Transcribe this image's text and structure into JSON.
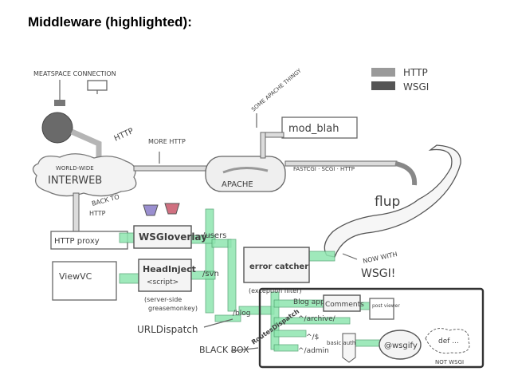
{
  "title": "Middleware (highlighted):",
  "legend": {
    "http": "HTTP",
    "wsgi": "WSGI"
  },
  "labels": {
    "meatspace": "MEATSPACE CONNECTION",
    "http_user": "HTTP",
    "more_http": "MORE HTTP",
    "world_wide": "WORLD-WIDE",
    "interweb": "INTERWEB",
    "apache": "APACHE",
    "some_apache": "SOME APACHE THINGY",
    "mod_blah": "mod_blah",
    "fastcgi": "FASTCGI · SCGI · HTTP",
    "flup": "flup",
    "now_with": "NOW WITH",
    "wsgi_excl": "WSGI!",
    "back_to": "BACK TO",
    "back_http": "HTTP",
    "http_proxy": "HTTP proxy",
    "wsgioverlay": "WSGIoverlay",
    "users": "/users",
    "viewvc": "ViewVC",
    "headinject": "HeadInject",
    "script": "<script>",
    "svn": "/svn",
    "server_side": "(server-side",
    "greasemonkey": "greasemonkey)",
    "error_catcher": "error catcher",
    "exception_filter": "(exception filter)",
    "urldispatch": "URLDispatch",
    "blog": "/blog",
    "routes": "RoutesDispatch",
    "blog_app": "Blog app",
    "archive": "^/archive/",
    "root": "^/$",
    "admin": "^/admin",
    "comments": "Comments",
    "post_viewer": "post viewer",
    "basic_auth": "basic auth",
    "wsgify": "@wsgify",
    "def": "def ...",
    "not_wsgi": "NOT WSGI",
    "black_box": "BLACK BOX"
  }
}
